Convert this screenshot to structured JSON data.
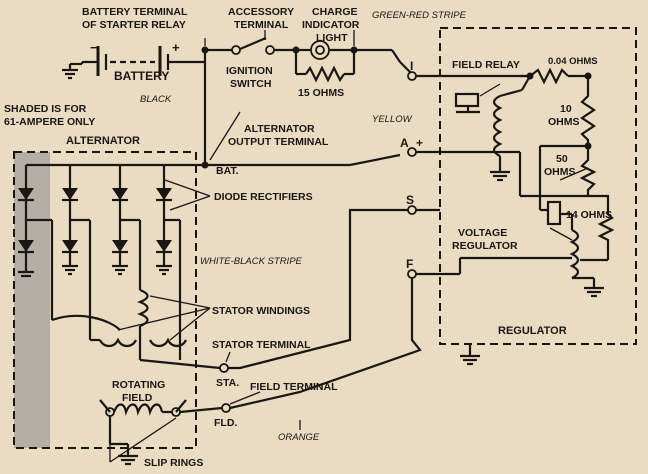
{
  "labels": {
    "battery_terminal": "BATTERY TERMINAL",
    "of_starter_relay": "OF STARTER RELAY",
    "accessory": "ACCESSORY",
    "accessory_terminal": "TERMINAL",
    "charge": "CHARGE",
    "indicator": "INDICATOR",
    "light": "LIGHT",
    "green_red_stripe": "GREEN-RED STRIPE",
    "battery": "BATTERY",
    "ignition": "IGNITION",
    "switch": "SWITCH",
    "fifteen_ohms": "15 OHMS",
    "field_relay": "FIELD RELAY",
    "r004_ohms": "0.04 OHMS",
    "ten": "10",
    "ten_ohms": "OHMS",
    "fifty": "50",
    "fifty_ohms": "OHMS",
    "fourteen_ohms": "14 OHMS",
    "black": "BLACK",
    "shaded_1": "SHADED IS FOR",
    "shaded_2": "61-AMPERE ONLY",
    "alternator": "ALTERNATOR",
    "alt_output_1": "ALTERNATOR",
    "alt_output_2": "OUTPUT TERMINAL",
    "yellow": "YELLOW",
    "bat": "BAT.",
    "diode_rectifiers": "DIODE RECTIFIERS",
    "voltage": "VOLTAGE",
    "regulator_lbl": "REGULATOR",
    "white_black_stripe": "WHITE-BLACK STRIPE",
    "stator_windings": "STATOR WINDINGS",
    "stator_terminal": "STATOR TERMINAL",
    "sta": "STA.",
    "regulator_box": "REGULATOR",
    "rotating": "ROTATING",
    "field": "FIELD",
    "field_terminal": "FIELD TERMINAL",
    "fld": "FLD.",
    "orange": "ORANGE",
    "slip_rings": "SLIP RINGS"
  },
  "terminals": {
    "i": "I",
    "a": "A",
    "s": "S",
    "f": "F"
  },
  "colors": {
    "paper": "#e9dcc3",
    "ink": "#1a1614",
    "shade": "#b4aea6"
  }
}
